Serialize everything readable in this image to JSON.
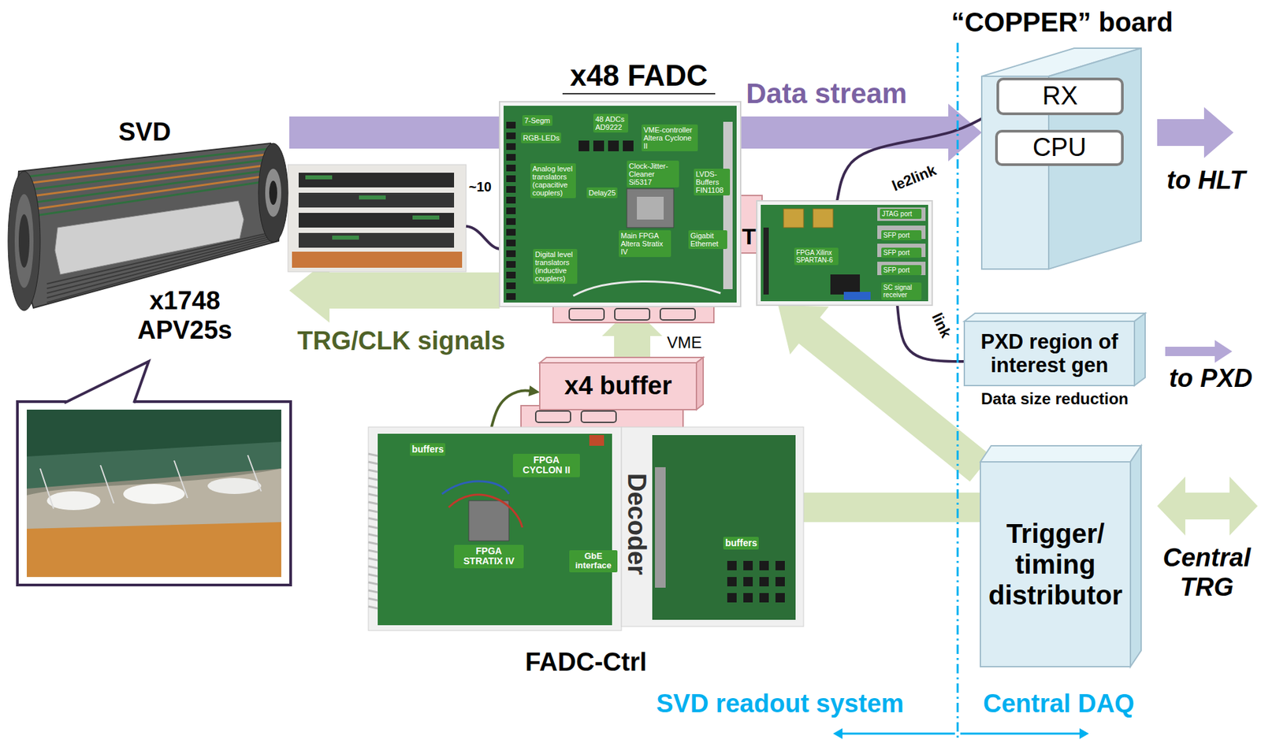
{
  "diagram": {
    "nodes": [
      {
        "text": [
          "“COPPER” board"
        ]
      },
      {
        "text": [
          "RX"
        ],
        "in": 0
      },
      {
        "text": [
          "CPU"
        ],
        "in": 0
      },
      {
        "text": [
          "SVD",
          "x1748 APV25s"
        ]
      },
      {
        "text": [
          "x48 FADC",
          "7-Segm",
          "RGB-LEDs",
          "48 ADCs AD9222",
          "VME-controller Altera Cyclone II",
          "Clock-Jitter-Cleaner Si5317",
          "Analog level translators (capacitive couplers)",
          "Delay25",
          "LVDS-Buffers FIN1108",
          "Main FPGA Altera Stratix IV",
          "Gigabit Ethernet",
          "Digital level translators (inductive couplers)"
        ]
      },
      {
        "text": [
          "JTAG port",
          "SFP port",
          "SFP port",
          "SFP port",
          "FPGA Xilinx SPARTAN-6",
          "SC signal receiver"
        ]
      },
      {
        "text": [
          "PXD region of interest gen"
        ]
      },
      {
        "text": [
          "x4 buffer"
        ]
      },
      {
        "text": [
          "buffers",
          "FPGA CYCLON II",
          "FPGA STRATIX IV",
          "GbE interface",
          "Decoder",
          "buffers",
          "FADC-Ctrl"
        ]
      },
      {
        "text": [
          "Trigger/ timing distributor"
        ]
      }
    ],
    "edges": [
      {
        "from": 3,
        "to": 0,
        "label": "Data stream",
        "arrow": "to"
      },
      {
        "from": 5,
        "to": 1,
        "label": "le2link",
        "arrow": "none"
      },
      {
        "from": 5,
        "to": 6,
        "label": "link",
        "arrow": "none"
      },
      {
        "from": 4,
        "to": 3,
        "label": "TRG/CLK signals",
        "arrow": "to"
      },
      {
        "from": 7,
        "to": 4,
        "label": "VME",
        "arrow": "to"
      },
      {
        "from": 9,
        "to": 5,
        "arrow": "to"
      },
      {
        "from": 9,
        "to": 8,
        "arrow": "none"
      },
      {
        "from": 8,
        "to": 7,
        "arrow": "to"
      }
    ],
    "labels": [
      "~10",
      "T",
      "Data size reduction",
      "to HLT",
      "to PXD",
      "Central TRG",
      "SVD readout system",
      "Central DAQ"
    ]
  }
}
